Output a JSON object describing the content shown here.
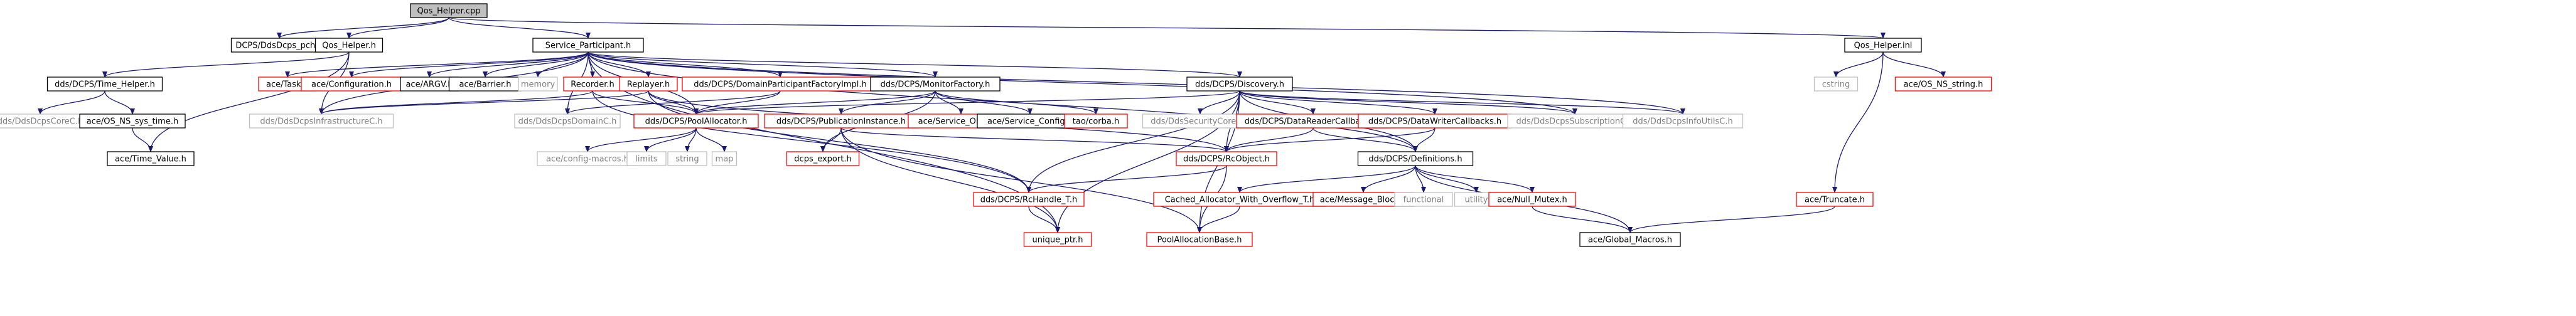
{
  "graph": {
    "type": "include-dependency-graph",
    "root": "Qos_Helper.cpp",
    "colors": {
      "root_fill": "#bfbfbf",
      "documented_border": "#000000",
      "undocumented_border": "#ff0000",
      "external_border": "#bfbfbf",
      "external_text": "#7f7f7f",
      "edge": "#191970"
    },
    "nodes": [
      {
        "id": "qos_cpp",
        "label": "Qos_Helper.cpp",
        "kind": "root"
      },
      {
        "id": "dcps_pch",
        "label": "DCPS/DdsDcps_pch.h",
        "kind": "documented"
      },
      {
        "id": "qos_h",
        "label": "Qos_Helper.h",
        "kind": "documented"
      },
      {
        "id": "service_participant",
        "label": "Service_Participant.h",
        "kind": "documented"
      },
      {
        "id": "qos_inl",
        "label": "Qos_Helper.inl",
        "kind": "documented"
      },
      {
        "id": "time_helper",
        "label": "dds/DCPS/Time_Helper.h",
        "kind": "documented"
      },
      {
        "id": "task",
        "label": "ace/Task.h",
        "kind": "undocumented"
      },
      {
        "id": "configuration",
        "label": "ace/Configuration.h",
        "kind": "undocumented"
      },
      {
        "id": "argv",
        "label": "ace/ARGV.h",
        "kind": "documented"
      },
      {
        "id": "barrier",
        "label": "ace/Barrier.h",
        "kind": "documented"
      },
      {
        "id": "memory",
        "label": "memory",
        "kind": "external"
      },
      {
        "id": "recorder",
        "label": "Recorder.h",
        "kind": "undocumented"
      },
      {
        "id": "replayer",
        "label": "Replayer.h",
        "kind": "undocumented"
      },
      {
        "id": "dpf_impl",
        "label": "dds/DCPS/DomainParticipantFactoryImpl.h",
        "kind": "undocumented"
      },
      {
        "id": "monitor_factory",
        "label": "dds/DCPS/MonitorFactory.h",
        "kind": "documented"
      },
      {
        "id": "discovery",
        "label": "dds/DCPS/Discovery.h",
        "kind": "documented"
      },
      {
        "id": "cstring",
        "label": "cstring",
        "kind": "external"
      },
      {
        "id": "os_ns_string",
        "label": "ace/OS_NS_string.h",
        "kind": "undocumented"
      },
      {
        "id": "core_c_left",
        "label": "dds/DdsDcpsCoreC.h",
        "kind": "external"
      },
      {
        "id": "os_ns_sys_time",
        "label": "ace/OS_NS_sys_time.h",
        "kind": "documented"
      },
      {
        "id": "time_value",
        "label": "ace/Time_Value.h",
        "kind": "documented"
      },
      {
        "id": "infrastructure_c",
        "label": "dds/DdsDcpsInfrastructureC.h",
        "kind": "external"
      },
      {
        "id": "domain_c",
        "label": "dds/DdsDcpsDomainC.h",
        "kind": "external"
      },
      {
        "id": "pool_allocator",
        "label": "dds/DCPS/PoolAllocator.h",
        "kind": "undocumented"
      },
      {
        "id": "publication_instance",
        "label": "dds/DCPS/PublicationInstance.h",
        "kind": "undocumented"
      },
      {
        "id": "service_object",
        "label": "ace/Service_Object.h",
        "kind": "undocumented"
      },
      {
        "id": "service_config",
        "label": "ace/Service_Config.h",
        "kind": "documented"
      },
      {
        "id": "tao_corba",
        "label": "tao/corba.h",
        "kind": "undocumented"
      },
      {
        "id": "security_core_c",
        "label": "dds/DdsSecurityCoreC.h",
        "kind": "external"
      },
      {
        "id": "reader_callbacks",
        "label": "dds/DCPS/DataReaderCallbacks.h",
        "kind": "undocumented"
      },
      {
        "id": "writer_callbacks",
        "label": "dds/DCPS/DataWriterCallbacks.h",
        "kind": "undocumented"
      },
      {
        "id": "subscription_c",
        "label": "dds/DdsDcpsSubscriptionC.h",
        "kind": "external"
      },
      {
        "id": "info_utils_c",
        "label": "dds/DdsDcpsInfoUtilsC.h",
        "kind": "external"
      },
      {
        "id": "config_macros",
        "label": "ace/config-macros.h",
        "kind": "external"
      },
      {
        "id": "limits",
        "label": "limits",
        "kind": "external"
      },
      {
        "id": "string",
        "label": "string",
        "kind": "external"
      },
      {
        "id": "map",
        "label": "map",
        "kind": "external"
      },
      {
        "id": "dcps_export",
        "label": "dcps_export.h",
        "kind": "undocumented"
      },
      {
        "id": "rc_object",
        "label": "dds/DCPS/RcObject.h",
        "kind": "undocumented"
      },
      {
        "id": "definitions",
        "label": "dds/DCPS/Definitions.h",
        "kind": "documented"
      },
      {
        "id": "truncate",
        "label": "ace/Truncate.h",
        "kind": "undocumented"
      },
      {
        "id": "rc_handle",
        "label": "dds/DCPS/RcHandle_T.h",
        "kind": "undocumented"
      },
      {
        "id": "cached_allocator",
        "label": "Cached_Allocator_With_Overflow_T.h",
        "kind": "undocumented"
      },
      {
        "id": "message_block",
        "label": "ace/Message_Block.h",
        "kind": "undocumented"
      },
      {
        "id": "functional",
        "label": "functional",
        "kind": "external"
      },
      {
        "id": "utility",
        "label": "utility",
        "kind": "external"
      },
      {
        "id": "null_mutex",
        "label": "ace/Null_Mutex.h",
        "kind": "undocumented"
      },
      {
        "id": "unique_ptr",
        "label": "unique_ptr.h",
        "kind": "undocumented"
      },
      {
        "id": "pool_allocation_base",
        "label": "PoolAllocationBase.h",
        "kind": "undocumented"
      },
      {
        "id": "global_macros",
        "label": "ace/Global_Macros.h",
        "kind": "documented"
      }
    ],
    "edges": [
      [
        "qos_cpp",
        "dcps_pch"
      ],
      [
        "qos_cpp",
        "qos_h"
      ],
      [
        "qos_cpp",
        "service_participant"
      ],
      [
        "qos_cpp",
        "qos_inl"
      ],
      [
        "qos_h",
        "time_helper"
      ],
      [
        "qos_h",
        "infrastructure_c"
      ],
      [
        "qos_h",
        "time_value"
      ],
      [
        "service_participant",
        "task"
      ],
      [
        "service_participant",
        "configuration"
      ],
      [
        "service_participant",
        "argv"
      ],
      [
        "service_participant",
        "barrier"
      ],
      [
        "service_participant",
        "memory"
      ],
      [
        "service_participant",
        "recorder"
      ],
      [
        "service_participant",
        "replayer"
      ],
      [
        "service_participant",
        "dpf_impl"
      ],
      [
        "service_participant",
        "monitor_factory"
      ],
      [
        "service_participant",
        "discovery"
      ],
      [
        "service_participant",
        "infrastructure_c"
      ],
      [
        "service_participant",
        "domain_c"
      ],
      [
        "service_participant",
        "pool_allocator"
      ],
      [
        "service_participant",
        "unique_ptr"
      ],
      [
        "service_participant",
        "definitions"
      ],
      [
        "service_participant",
        "info_utils_c"
      ],
      [
        "service_participant",
        "subscription_c"
      ],
      [
        "qos_inl",
        "cstring"
      ],
      [
        "qos_inl",
        "os_ns_string"
      ],
      [
        "qos_inl",
        "truncate"
      ],
      [
        "time_helper",
        "core_c_left"
      ],
      [
        "time_helper",
        "os_ns_sys_time"
      ],
      [
        "os_ns_sys_time",
        "time_value"
      ],
      [
        "recorder",
        "infrastructure_c"
      ],
      [
        "recorder",
        "pool_allocator"
      ],
      [
        "recorder",
        "rc_handle"
      ],
      [
        "replayer",
        "infrastructure_c"
      ],
      [
        "replayer",
        "pool_allocator"
      ],
      [
        "replayer",
        "rc_object"
      ],
      [
        "replayer",
        "rc_handle"
      ],
      [
        "dpf_impl",
        "domain_c"
      ],
      [
        "dpf_impl",
        "pool_allocator"
      ],
      [
        "monitor_factory",
        "service_object"
      ],
      [
        "monitor_factory",
        "service_config"
      ],
      [
        "monitor_factory",
        "tao_corba"
      ],
      [
        "monitor_factory",
        "publication_instance"
      ],
      [
        "monitor_factory",
        "dcps_export"
      ],
      [
        "monitor_factory",
        "pool_allocator"
      ],
      [
        "discovery",
        "security_core_c"
      ],
      [
        "discovery",
        "reader_callbacks"
      ],
      [
        "discovery",
        "writer_callbacks"
      ],
      [
        "discovery",
        "subscription_c"
      ],
      [
        "discovery",
        "info_utils_c"
      ],
      [
        "discovery",
        "rc_object"
      ],
      [
        "discovery",
        "rc_handle"
      ],
      [
        "discovery",
        "pool_allocator"
      ],
      [
        "discovery",
        "pool_allocation_base"
      ],
      [
        "discovery",
        "unique_ptr"
      ],
      [
        "discovery",
        "definitions"
      ],
      [
        "pool_allocator",
        "config_macros"
      ],
      [
        "pool_allocator",
        "limits"
      ],
      [
        "pool_allocator",
        "string"
      ],
      [
        "pool_allocator",
        "map"
      ],
      [
        "publication_instance",
        "dcps_export"
      ],
      [
        "publication_instance",
        "rc_object"
      ],
      [
        "publication_instance",
        "unique_ptr"
      ],
      [
        "publication_instance",
        "pool_allocation_base"
      ],
      [
        "reader_callbacks",
        "rc_object"
      ],
      [
        "reader_callbacks",
        "definitions"
      ],
      [
        "writer_callbacks",
        "rc_object"
      ],
      [
        "writer_callbacks",
        "definitions"
      ],
      [
        "rc_object",
        "rc_handle"
      ],
      [
        "rc_object",
        "pool_allocation_base"
      ],
      [
        "rc_handle",
        "unique_ptr"
      ],
      [
        "definitions",
        "cached_allocator"
      ],
      [
        "definitions",
        "message_block"
      ],
      [
        "definitions",
        "functional"
      ],
      [
        "definitions",
        "utility"
      ],
      [
        "definitions",
        "null_mutex"
      ],
      [
        "definitions",
        "global_macros"
      ],
      [
        "cached_allocator",
        "pool_allocation_base"
      ],
      [
        "null_mutex",
        "global_macros"
      ],
      [
        "truncate",
        "global_macros"
      ]
    ]
  }
}
